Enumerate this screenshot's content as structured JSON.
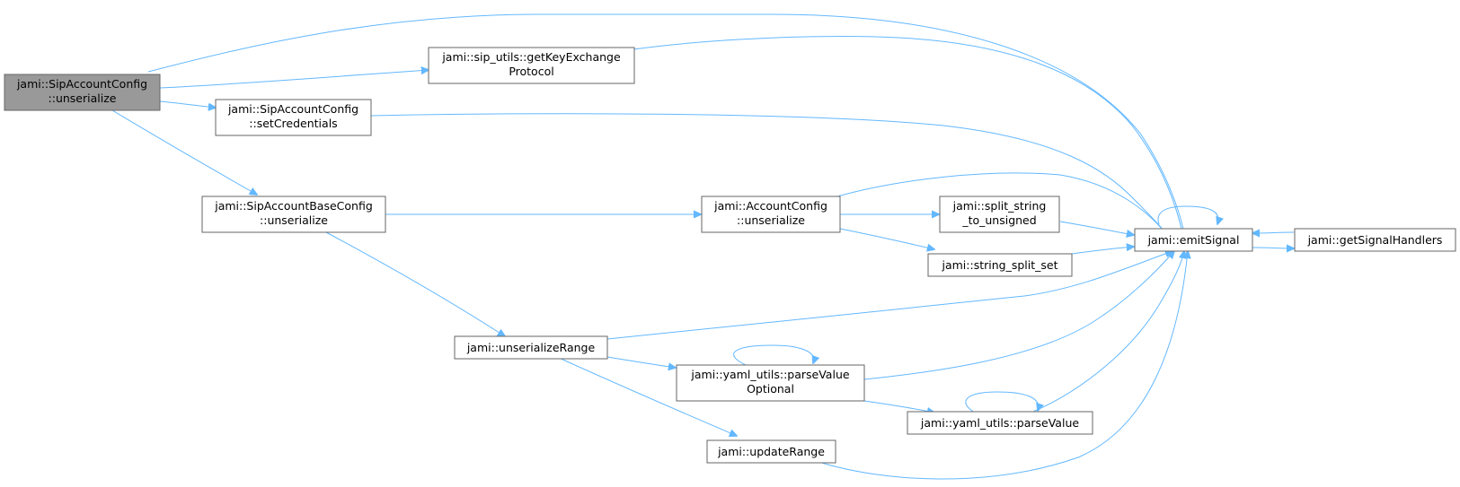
{
  "diagram": {
    "nodes": {
      "sip_unserialize": {
        "lines": [
          "jami::SipAccountConfig",
          "::unserialize"
        ],
        "fill": "#999999",
        "root": true
      },
      "getKeyExchange": {
        "lines": [
          "jami::sip_utils::getKeyExchange",
          "Protocol"
        ]
      },
      "setCredentials": {
        "lines": [
          "jami::SipAccountConfig",
          "::setCredentials"
        ]
      },
      "base_unserialize": {
        "lines": [
          "jami::SipAccountBaseConfig",
          "::unserialize"
        ]
      },
      "acc_unserialize": {
        "lines": [
          "jami::AccountConfig",
          "::unserialize"
        ]
      },
      "split_unsigned": {
        "lines": [
          "jami::split_string",
          "_to_unsigned"
        ]
      },
      "split_set": {
        "lines": [
          "jami::string_split_set"
        ]
      },
      "emitSignal": {
        "lines": [
          "jami::emitSignal"
        ]
      },
      "getSignalHandlers": {
        "lines": [
          "jami::getSignalHandlers"
        ]
      },
      "unserializeRange": {
        "lines": [
          "jami::unserializeRange"
        ]
      },
      "parseValueOptional": {
        "lines": [
          "jami::yaml_utils::parseValue",
          "Optional"
        ]
      },
      "parseValue": {
        "lines": [
          "jami::yaml_utils::parseValue"
        ]
      },
      "updateRange": {
        "lines": [
          "jami::updateRange"
        ]
      }
    },
    "edge_color": "#63b8ff",
    "edges": [
      [
        "sip_unserialize",
        "emitSignal"
      ],
      [
        "sip_unserialize",
        "getKeyExchange"
      ],
      [
        "sip_unserialize",
        "setCredentials"
      ],
      [
        "sip_unserialize",
        "base_unserialize"
      ],
      [
        "getKeyExchange",
        "emitSignal"
      ],
      [
        "setCredentials",
        "emitSignal"
      ],
      [
        "base_unserialize",
        "acc_unserialize"
      ],
      [
        "base_unserialize",
        "unserializeRange"
      ],
      [
        "acc_unserialize",
        "emitSignal"
      ],
      [
        "acc_unserialize",
        "split_unsigned"
      ],
      [
        "acc_unserialize",
        "split_set"
      ],
      [
        "split_unsigned",
        "emitSignal"
      ],
      [
        "split_set",
        "emitSignal"
      ],
      [
        "emitSignal",
        "emitSignal"
      ],
      [
        "emitSignal",
        "getSignalHandlers"
      ],
      [
        "getSignalHandlers",
        "emitSignal"
      ],
      [
        "unserializeRange",
        "emitSignal"
      ],
      [
        "unserializeRange",
        "parseValueOptional"
      ],
      [
        "unserializeRange",
        "updateRange"
      ],
      [
        "parseValueOptional",
        "parseValueOptional"
      ],
      [
        "parseValueOptional",
        "emitSignal"
      ],
      [
        "parseValueOptional",
        "parseValue"
      ],
      [
        "parseValue",
        "parseValue"
      ],
      [
        "parseValue",
        "emitSignal"
      ],
      [
        "updateRange",
        "emitSignal"
      ]
    ]
  }
}
